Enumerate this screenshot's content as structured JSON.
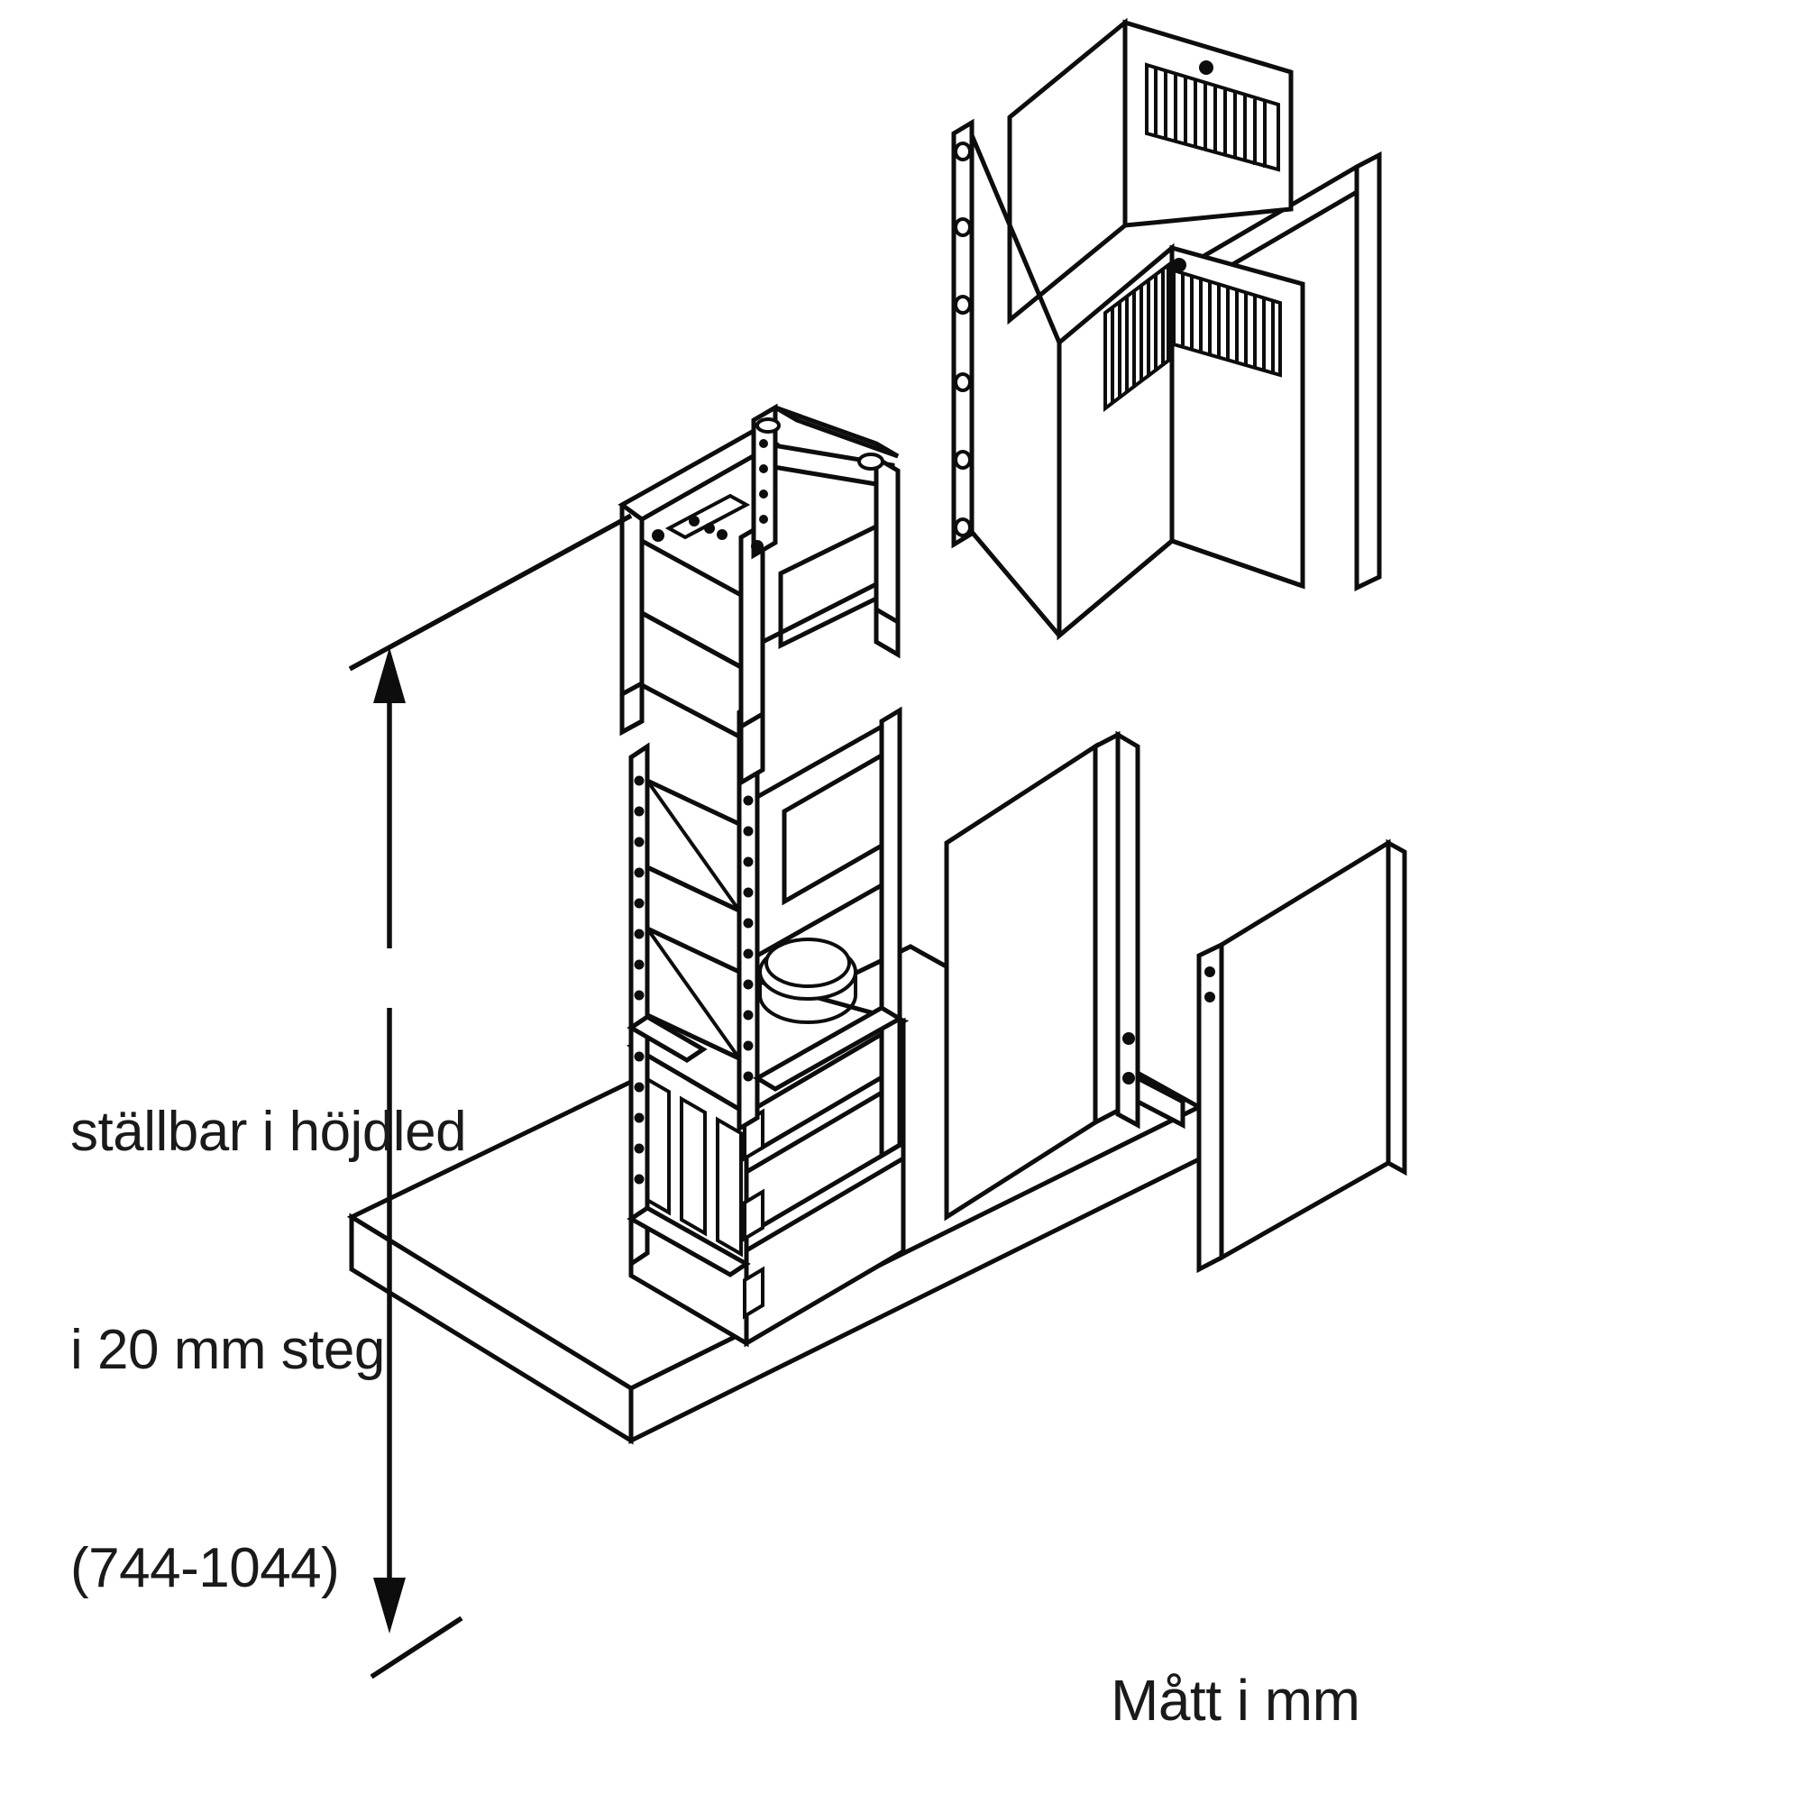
{
  "document": {
    "type": "installation-diagram",
    "title": "Cooker hood mounting frame — exploded isometric view",
    "language": "sv",
    "line_color": "#0d0d0d",
    "background_color": "#ffffff"
  },
  "annotations": {
    "height_note": {
      "line1": "ställbar i höjdled",
      "line2": "i 20 mm steg",
      "line3": "(744-1044)",
      "min_mm": 744,
      "max_mm": 1044,
      "step_mm": 20
    },
    "unit_note": "Mått i mm"
  },
  "dimension": {
    "name": "adjustable-height",
    "arrow_top": "up",
    "arrow_bottom": "down",
    "value_label": "744-1044",
    "unit": "mm"
  },
  "parts": [
    {
      "id": "upper-flue-cover",
      "label": "upper chimney cover",
      "vents": 1,
      "vent_slats": 14,
      "screw_hole": true
    },
    {
      "id": "lower-flue-cover",
      "label": "lower chimney cover",
      "vents": 1,
      "vent_slats": 14,
      "screw_hole": true
    },
    {
      "id": "upper-flue-strip",
      "label": "mounting strip",
      "holes": 6
    },
    {
      "id": "upper-back-panel",
      "label": "rear flue panel"
    },
    {
      "id": "support-frame-top",
      "label": "telescopic frame upper section",
      "cutouts": 3,
      "mount_holes": 6
    },
    {
      "id": "support-frame-bottom",
      "label": "telescopic frame lower section",
      "adjust_hole_rows": 2,
      "cutouts": 3
    },
    {
      "id": "motor-housing",
      "label": "motor housing with duct collar",
      "slot_vents": 3,
      "duct_collar": true
    },
    {
      "id": "ceiling-plate",
      "label": "ceiling / mounting plate"
    },
    {
      "id": "lower-flue-panel-front",
      "label": "lower flue front panel"
    },
    {
      "id": "lower-flue-panel-rear",
      "label": "lower flue rear panel",
      "holes": 3
    },
    {
      "id": "lower-flue-bracket",
      "label": "lower flue bracket rail",
      "holes": 3
    }
  ]
}
